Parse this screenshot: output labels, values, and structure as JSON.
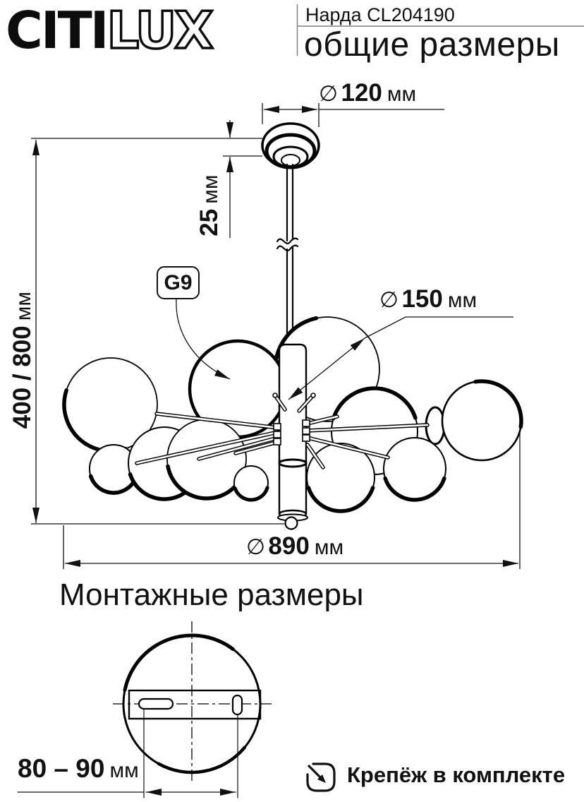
{
  "header": {
    "logo_citi": "CITI",
    "logo_lux": "LUX",
    "model": "Нарда CL204190",
    "subtitle": "общие размеры"
  },
  "drawing": {
    "dims": {
      "canopy_diameter": {
        "symbol": "∅",
        "value": "120",
        "unit": "мм"
      },
      "canopy_drop": {
        "value": "25",
        "unit": "мм"
      },
      "hang_height": {
        "value": "400 / 800",
        "unit": "мм"
      },
      "globe_diameter": {
        "symbol": "∅",
        "value": "150",
        "unit": "мм"
      },
      "overall_diameter": {
        "symbol": "∅",
        "value": "890",
        "unit": "мм"
      },
      "socket_label": "G9"
    }
  },
  "mounting": {
    "heading": "Монтажные размеры",
    "hole_spacing": {
      "value": "80 – 90",
      "unit": "мм"
    }
  },
  "footer": {
    "fasteners_note": "Крепёж в комплекте"
  },
  "colors": {
    "line": "#111111",
    "header_rule": "#808080"
  }
}
